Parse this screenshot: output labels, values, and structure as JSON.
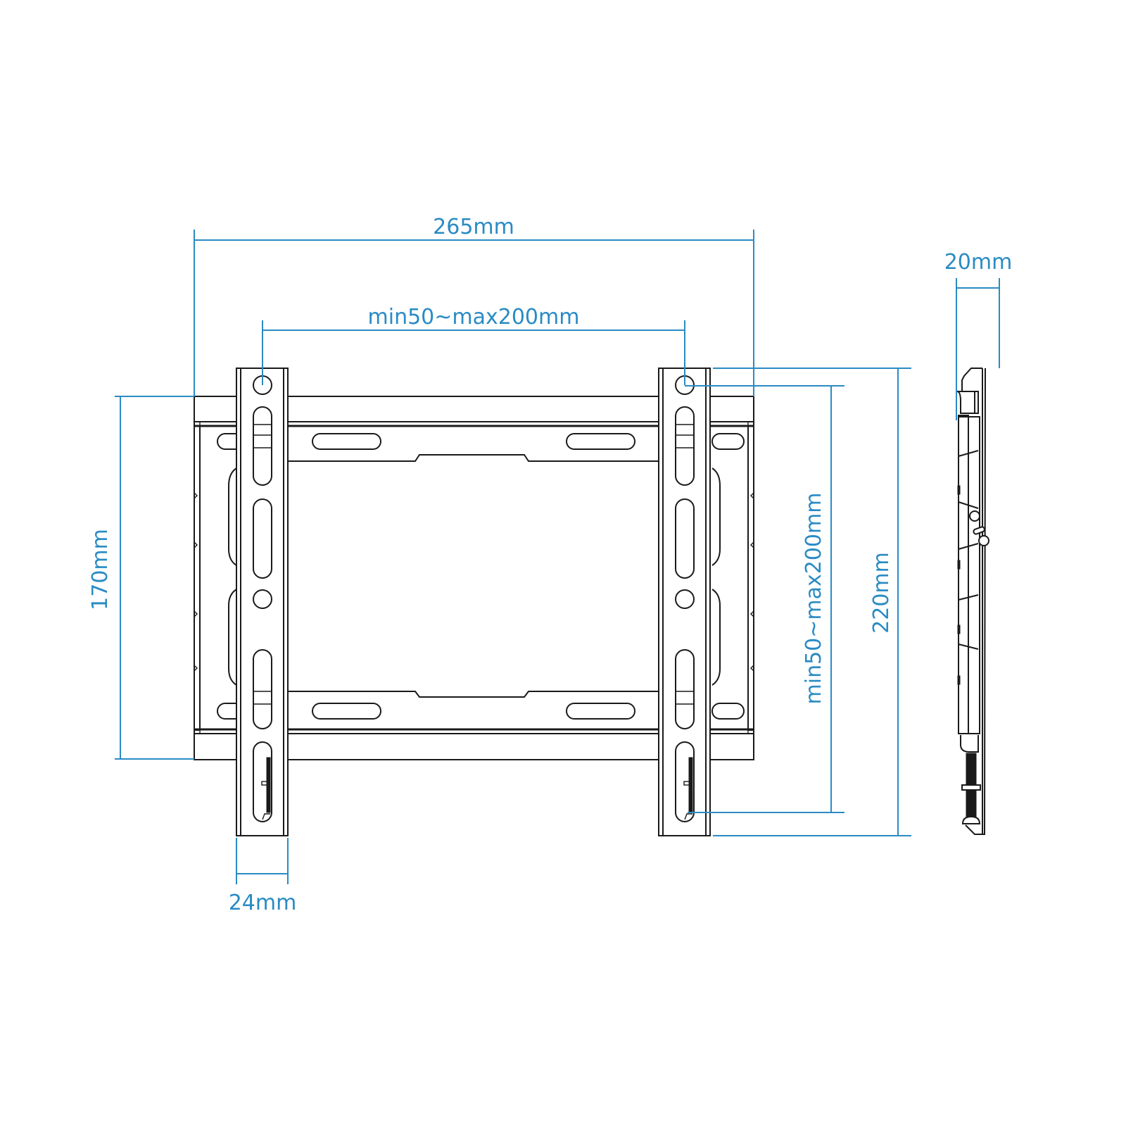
{
  "diagram": {
    "type": "technical dimension drawing",
    "subject": "fixed TV wall mount bracket",
    "colors": {
      "dimension_lines": "#2a8bc4",
      "outline": "#1a1a1a",
      "background": "#ffffff"
    },
    "views": {
      "front": {
        "dimensions": {
          "overall_width": "265mm",
          "vesa_horizontal": "min50~max200mm",
          "plate_height": "170mm",
          "vesa_vertical": "min50~max200mm",
          "arm_height": "220mm",
          "arm_width": "24mm"
        }
      },
      "side": {
        "dimensions": {
          "depth": "20mm"
        }
      }
    }
  }
}
